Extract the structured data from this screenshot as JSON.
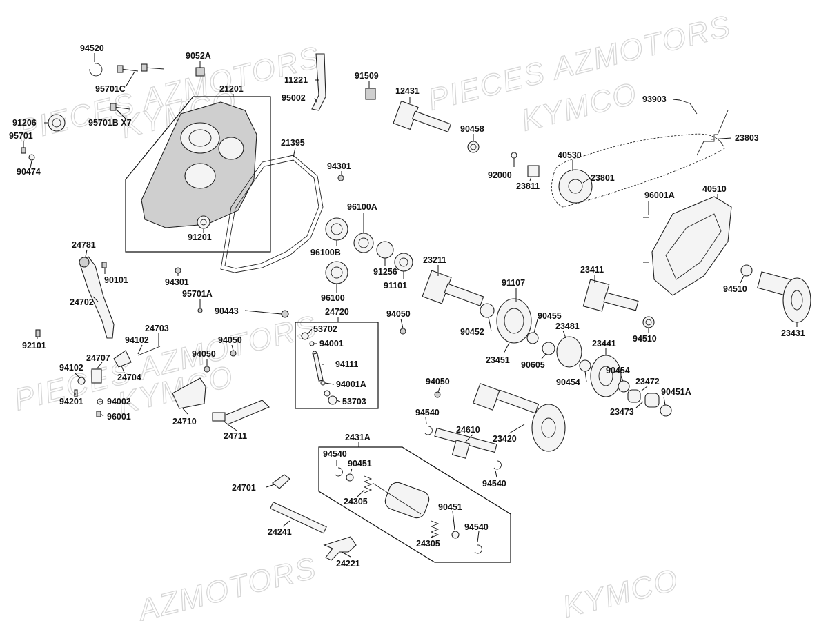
{
  "watermarks": [
    "PIECES AZMOTORS",
    "KYMCO",
    "PIECES AZMOTORS",
    "KYMCO",
    "PIECES AZMOTORS",
    "KYMCO",
    "AZMOTORS",
    "KYMCO"
  ],
  "parts": [
    {
      "id": "p94520",
      "label": "94520"
    },
    {
      "id": "p9052A",
      "label": "9052A"
    },
    {
      "id": "p21201",
      "label": "21201"
    },
    {
      "id": "p95701C",
      "label": "95701C"
    },
    {
      "id": "p95701B",
      "label": "95701B  X7"
    },
    {
      "id": "p91206",
      "label": "91206"
    },
    {
      "id": "p95701",
      "label": "95701"
    },
    {
      "id": "p90474",
      "label": "90474"
    },
    {
      "id": "p91201",
      "label": "91201"
    },
    {
      "id": "p11221",
      "label": "11221"
    },
    {
      "id": "p95002",
      "label": "95002"
    },
    {
      "id": "p91509",
      "label": "91509"
    },
    {
      "id": "p12431",
      "label": "12431"
    },
    {
      "id": "p21395",
      "label": "21395"
    },
    {
      "id": "p94301a",
      "label": "94301"
    },
    {
      "id": "p90458",
      "label": "90458"
    },
    {
      "id": "p93903",
      "label": "93903"
    },
    {
      "id": "p23803",
      "label": "23803"
    },
    {
      "id": "p40530",
      "label": "40530"
    },
    {
      "id": "p92000",
      "label": "92000"
    },
    {
      "id": "p23811",
      "label": "23811"
    },
    {
      "id": "p23801",
      "label": "23801"
    },
    {
      "id": "p40510",
      "label": "40510"
    },
    {
      "id": "p96001A",
      "label": "96001A"
    },
    {
      "id": "p96100A",
      "label": "96100A"
    },
    {
      "id": "p96100B",
      "label": "96100B"
    },
    {
      "id": "p91256",
      "label": "91256"
    },
    {
      "id": "p91101",
      "label": "91101"
    },
    {
      "id": "p96100",
      "label": "96100"
    },
    {
      "id": "p24781",
      "label": "24781"
    },
    {
      "id": "p90101",
      "label": "90101"
    },
    {
      "id": "p24702",
      "label": "24702"
    },
    {
      "id": "p94301b",
      "label": "94301"
    },
    {
      "id": "p95701A",
      "label": "95701A"
    },
    {
      "id": "p90443",
      "label": "90443"
    },
    {
      "id": "p24720",
      "label": "24720"
    },
    {
      "id": "p94050a",
      "label": "94050"
    },
    {
      "id": "p53702",
      "label": "53702"
    },
    {
      "id": "p94001",
      "label": "94001"
    },
    {
      "id": "p94111",
      "label": "94111"
    },
    {
      "id": "p94001A",
      "label": "94001A"
    },
    {
      "id": "p53703",
      "label": "53703"
    },
    {
      "id": "p23211",
      "label": "23211"
    },
    {
      "id": "p91107",
      "label": "91107"
    },
    {
      "id": "p90452",
      "label": "90452"
    },
    {
      "id": "p23451",
      "label": "23451"
    },
    {
      "id": "p90455",
      "label": "90455"
    },
    {
      "id": "p23481",
      "label": "23481"
    },
    {
      "id": "p90605",
      "label": "90605"
    },
    {
      "id": "p23411",
      "label": "23411"
    },
    {
      "id": "p23441",
      "label": "23441"
    },
    {
      "id": "p90454a",
      "label": "90454"
    },
    {
      "id": "p90454b",
      "label": "90454"
    },
    {
      "id": "p23472",
      "label": "23472"
    },
    {
      "id": "p90451A",
      "label": "90451A"
    },
    {
      "id": "p23473",
      "label": "23473"
    },
    {
      "id": "p94510a",
      "label": "94510"
    },
    {
      "id": "p94510b",
      "label": "94510"
    },
    {
      "id": "p23431",
      "label": "23431"
    },
    {
      "id": "p92101",
      "label": "92101"
    },
    {
      "id": "p24703",
      "label": "24703"
    },
    {
      "id": "p94102a",
      "label": "94102"
    },
    {
      "id": "p24707",
      "label": "24707"
    },
    {
      "id": "p24704",
      "label": "24704"
    },
    {
      "id": "p94102b",
      "label": "94102"
    },
    {
      "id": "p94201",
      "label": "94201"
    },
    {
      "id": "p94002",
      "label": "94002"
    },
    {
      "id": "p96001",
      "label": "96001"
    },
    {
      "id": "p94050b",
      "label": "94050"
    },
    {
      "id": "p94050c",
      "label": "94050"
    },
    {
      "id": "p24710",
      "label": "24710"
    },
    {
      "id": "p24711",
      "label": "24711"
    },
    {
      "id": "p94050d",
      "label": "94050"
    },
    {
      "id": "p94540a",
      "label": "94540"
    },
    {
      "id": "p24610",
      "label": "24610"
    },
    {
      "id": "p23420",
      "label": "23420"
    },
    {
      "id": "p94540b",
      "label": "94540"
    },
    {
      "id": "p2431A",
      "label": "2431A"
    },
    {
      "id": "p94540c",
      "label": "94540"
    },
    {
      "id": "p90451a",
      "label": "90451"
    },
    {
      "id": "p24305a",
      "label": "24305"
    },
    {
      "id": "p24701",
      "label": "24701"
    },
    {
      "id": "p90451b",
      "label": "90451"
    },
    {
      "id": "p94540d",
      "label": "94540"
    },
    {
      "id": "p24305b",
      "label": "24305"
    },
    {
      "id": "p24241",
      "label": "24241"
    },
    {
      "id": "p24221",
      "label": "24221"
    }
  ]
}
